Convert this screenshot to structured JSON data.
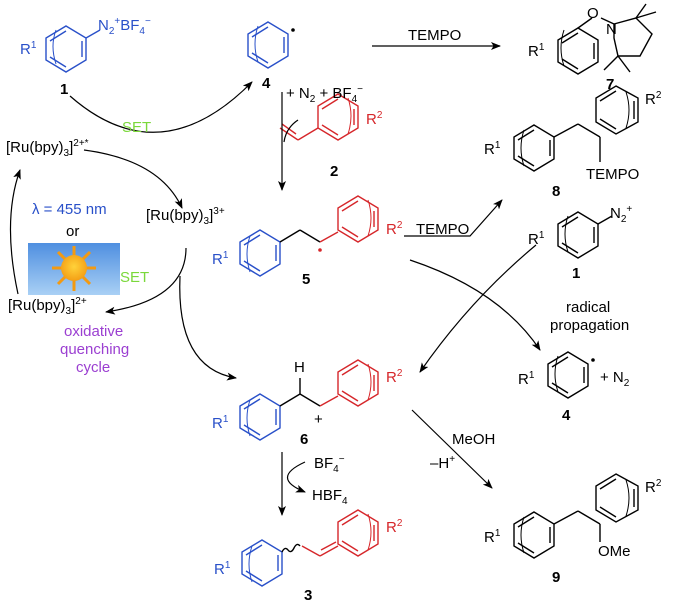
{
  "compounds": {
    "c1_top": {
      "r": "R",
      "rsup": "1",
      "n2": "N",
      "n2sub": "2",
      "plus": "+",
      "bf": "BF",
      "bfsub": "4",
      "minus": "−",
      "num": "1"
    },
    "c4_top": {
      "num": "4"
    },
    "c7": {
      "r": "R",
      "rsup": "1",
      "o": "O",
      "n": "N",
      "num": "7"
    },
    "c8": {
      "r1": "R",
      "r1sup": "1",
      "r2": "R",
      "r2sup": "2",
      "tempo": "TEMPO",
      "num": "8"
    },
    "c2": {
      "r2": "R",
      "r2sup": "2",
      "num": "2"
    },
    "c5": {
      "r1": "R",
      "r1sup": "1",
      "r2": "R",
      "r2sup": "2",
      "num": "5"
    },
    "c1_right": {
      "r": "R",
      "rsup": "1",
      "n2": "N",
      "n2sub": "2",
      "plus": "+",
      "num": "1"
    },
    "c4_right": {
      "r": "R",
      "rsup": "1",
      "n2": "+ N",
      "n2sub": "2",
      "num": "4"
    },
    "c6": {
      "h": "H",
      "plus": "+",
      "r1": "R",
      "r1sup": "1",
      "r2": "R",
      "r2sup": "2",
      "num": "6"
    },
    "c9": {
      "r1": "R",
      "r1sup": "1",
      "r2": "R",
      "r2sup": "2",
      "ome": "OMe",
      "num": "9"
    },
    "c3": {
      "r1": "R",
      "r1sup": "1",
      "r2": "R",
      "r2sup": "2",
      "num": "3"
    }
  },
  "labels": {
    "tempo_top": "TEMPO",
    "n2_bf4": {
      "a": "+ N",
      "b": "2",
      "c": " + BF",
      "d": "4",
      "e": "−"
    },
    "tempo_mid": "TEMPO",
    "set_top": "SET",
    "set_bottom": "SET",
    "ru_excited": {
      "a": "[Ru(bpy)",
      "b": "3",
      "c": "]",
      "d": "2+*"
    },
    "ru_3plus": {
      "a": "[Ru(bpy)",
      "b": "3",
      "c": "]",
      "d": "3+"
    },
    "ru_2plus": {
      "a": "[Ru(bpy)",
      "b": "3",
      "c": "]",
      "d": "2+"
    },
    "lambda": "λ = 455 nm",
    "or": "or",
    "oxidative": [
      "oxidative",
      "quenching",
      "cycle"
    ],
    "radical_prop": [
      "radical",
      "propagation"
    ],
    "meoh": "MeOH",
    "minus_h": {
      "a": "–H",
      "b": "+"
    },
    "bf4": {
      "a": "BF",
      "b": "4",
      "c": "−"
    },
    "hbf4": {
      "a": "HBF",
      "b": "4"
    }
  },
  "colors": {
    "aryl_blue": "#2950c9",
    "alkene_red": "#d6262a",
    "set_green": "#7bd83b",
    "cycle_purple": "#9b3fd1",
    "sun_orange": "#f6a219",
    "sky_blue": "#6aa6e8"
  }
}
